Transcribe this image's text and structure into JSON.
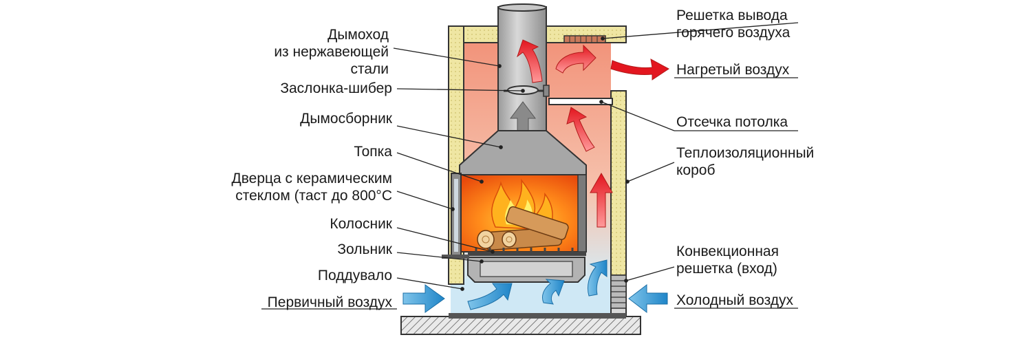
{
  "labels": {
    "chimney": [
      "Дымоход",
      "из нержавеющей",
      "стали"
    ],
    "damper": "Заслонка-шибер",
    "smoke_collector": "Дымосборник",
    "firebox": "Топка",
    "door": [
      "Дверца с керамическим",
      "стеклом (таст до 800°C"
    ],
    "grate": "Колосник",
    "ash_pan": "Зольник",
    "blower": "Поддувало",
    "primary_air": "Первичный воздух",
    "hot_air_grille": [
      "Решетка вывода",
      "горячего воздуха"
    ],
    "heated_air": "Нагретый воздух",
    "ceiling_cutoff": "Отсечка потолка",
    "insulation_box": [
      "Теплоизоляционный",
      "короб"
    ],
    "convection_grille": [
      "Конвекционная",
      "решетка (вход)"
    ],
    "cold_air": "Холодный воздух"
  },
  "colors": {
    "insulation": "#efe6a3",
    "warm_air": "#f4a585",
    "cold_air": "#cfe8f5",
    "steel": "#b5b5b5",
    "fire": "#ff6a00",
    "hot_arrow": "#e8242a",
    "cold_arrow": "#2a8fd0"
  }
}
